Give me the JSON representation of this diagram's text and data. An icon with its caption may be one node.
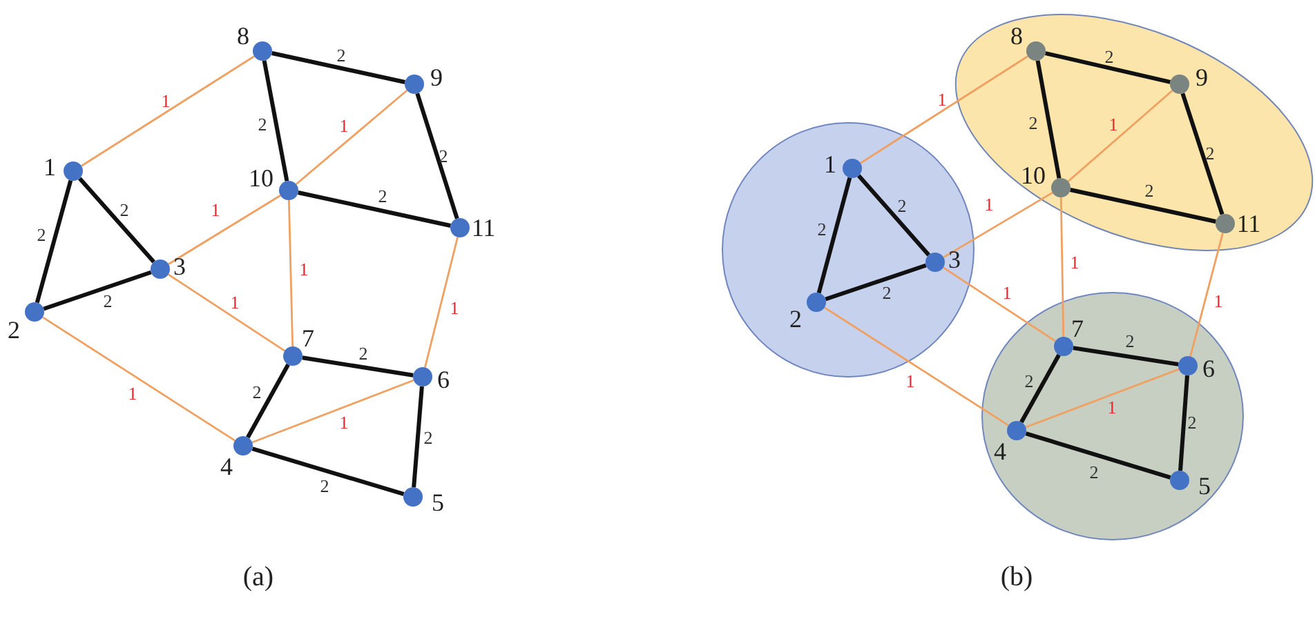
{
  "diagram": {
    "nodes": [
      {
        "text": [],
        "shape": "circle",
        "beside": [
          "1"
        ]
      },
      {
        "text": [],
        "shape": "circle",
        "beside": [
          "2"
        ]
      },
      {
        "text": [],
        "shape": "circle",
        "beside": [
          "3"
        ]
      },
      {
        "text": [],
        "shape": "circle",
        "beside": [
          "4"
        ]
      },
      {
        "text": [],
        "shape": "circle",
        "beside": [
          "5"
        ]
      },
      {
        "text": [],
        "shape": "circle",
        "beside": [
          "6"
        ]
      },
      {
        "text": [],
        "shape": "circle",
        "beside": [
          "7"
        ]
      },
      {
        "text": [],
        "shape": "circle",
        "beside": [
          "8"
        ]
      },
      {
        "text": [],
        "shape": "circle",
        "beside": [
          "9"
        ]
      },
      {
        "text": [],
        "shape": "circle",
        "beside": [
          "10"
        ]
      },
      {
        "text": [],
        "shape": "circle",
        "beside": [
          "11"
        ]
      },
      {
        "text": [],
        "shape": "circle"
      },
      {
        "text": [],
        "shape": "circle",
        "beside": [
          "1"
        ],
        "in": 11
      },
      {
        "text": [],
        "shape": "circle",
        "beside": [
          "2"
        ],
        "in": 11
      },
      {
        "text": [],
        "shape": "circle",
        "beside": [
          "3"
        ],
        "in": 11
      },
      {
        "text": [],
        "shape": "ellipse"
      },
      {
        "text": [],
        "shape": "circle",
        "beside": [
          "8"
        ],
        "in": 15
      },
      {
        "text": [],
        "shape": "circle",
        "beside": [
          "9"
        ],
        "in": 15
      },
      {
        "text": [],
        "shape": "circle",
        "beside": [
          "10"
        ],
        "in": 15
      },
      {
        "text": [],
        "shape": "circle",
        "beside": [
          "11"
        ],
        "in": 15
      },
      {
        "text": [],
        "shape": "circle"
      },
      {
        "text": [],
        "shape": "circle",
        "beside": [
          "4"
        ],
        "in": 20
      },
      {
        "text": [],
        "shape": "circle",
        "beside": [
          "5"
        ],
        "in": 20
      },
      {
        "text": [],
        "shape": "circle",
        "beside": [
          "6"
        ],
        "in": 20
      },
      {
        "text": [],
        "shape": "circle",
        "beside": [
          "7"
        ],
        "in": 20
      }
    ],
    "edges": [
      {
        "from": 0,
        "to": 7,
        "arrow": "none",
        "label": "1",
        "color": "#f0a060"
      },
      {
        "from": 0,
        "to": 2,
        "arrow": "none",
        "label": "2"
      },
      {
        "from": 0,
        "to": 1,
        "arrow": "none",
        "label": "2"
      },
      {
        "from": 1,
        "to": 2,
        "arrow": "none",
        "label": "2"
      },
      {
        "from": 1,
        "to": 3,
        "arrow": "none",
        "label": "1",
        "color": "#f0a060"
      },
      {
        "from": 2,
        "to": 9,
        "arrow": "none",
        "label": "1",
        "color": "#f0a060"
      },
      {
        "from": 2,
        "to": 6,
        "arrow": "none",
        "label": "1",
        "color": "#f0a060"
      },
      {
        "from": 7,
        "to": 8,
        "arrow": "none",
        "label": "2"
      },
      {
        "from": 7,
        "to": 9,
        "arrow": "none",
        "label": "2"
      },
      {
        "from": 8,
        "to": 9,
        "arrow": "none",
        "label": "1",
        "color": "#f0a060"
      },
      {
        "from": 8,
        "to": 10,
        "arrow": "none",
        "label": "2"
      },
      {
        "from": 9,
        "to": 10,
        "arrow": "none",
        "label": "2"
      },
      {
        "from": 9,
        "to": 6,
        "arrow": "none",
        "label": "1",
        "color": "#f0a060"
      },
      {
        "from": 10,
        "to": 5,
        "arrow": "none",
        "label": "1",
        "color": "#f0a060"
      },
      {
        "from": 6,
        "to": 5,
        "arrow": "none",
        "label": "2"
      },
      {
        "from": 6,
        "to": 3,
        "arrow": "none",
        "label": "2"
      },
      {
        "from": 3,
        "to": 5,
        "arrow": "none",
        "label": "1",
        "color": "#f0a060"
      },
      {
        "from": 5,
        "to": 4,
        "arrow": "none",
        "label": "2"
      },
      {
        "from": 3,
        "to": 4,
        "arrow": "none",
        "label": "2"
      },
      {
        "from": 12,
        "to": 16,
        "arrow": "none",
        "label": "1",
        "color": "#f0a060"
      },
      {
        "from": 12,
        "to": 14,
        "arrow": "none",
        "label": "2"
      },
      {
        "from": 12,
        "to": 13,
        "arrow": "none",
        "label": "2"
      },
      {
        "from": 13,
        "to": 14,
        "arrow": "none",
        "label": "2"
      },
      {
        "from": 13,
        "to": 21,
        "arrow": "none",
        "label": "1",
        "color": "#f0a060"
      },
      {
        "from": 14,
        "to": 18,
        "arrow": "none",
        "label": "1",
        "color": "#f0a060"
      },
      {
        "from": 14,
        "to": 24,
        "arrow": "none",
        "label": "1",
        "color": "#f0a060"
      },
      {
        "from": 16,
        "to": 17,
        "arrow": "none",
        "label": "2"
      },
      {
        "from": 16,
        "to": 18,
        "arrow": "none",
        "label": "2"
      },
      {
        "from": 17,
        "to": 18,
        "arrow": "none",
        "label": "1",
        "color": "#f0a060"
      },
      {
        "from": 17,
        "to": 19,
        "arrow": "none",
        "label": "2"
      },
      {
        "from": 18,
        "to": 19,
        "arrow": "none",
        "label": "2"
      },
      {
        "from": 18,
        "to": 24,
        "arrow": "none",
        "label": "1",
        "color": "#f0a060"
      },
      {
        "from": 19,
        "to": 23,
        "arrow": "none",
        "label": "1",
        "color": "#f0a060"
      },
      {
        "from": 24,
        "to": 23,
        "arrow": "none",
        "label": "2"
      },
      {
        "from": 24,
        "to": 21,
        "arrow": "none",
        "label": "2"
      },
      {
        "from": 21,
        "to": 23,
        "arrow": "none",
        "label": "1",
        "color": "#f0a060"
      },
      {
        "from": 23,
        "to": 22,
        "arrow": "none",
        "label": "2"
      },
      {
        "from": 21,
        "to": 22,
        "arrow": "none",
        "label": "2"
      }
    ],
    "labels": [
      "(a)",
      "(b)"
    ]
  }
}
